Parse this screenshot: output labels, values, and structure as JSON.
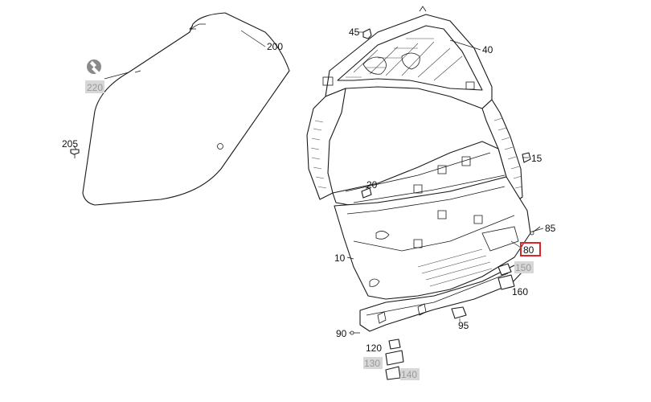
{
  "diagram": {
    "callouts": [
      {
        "id": "200",
        "label": "200",
        "style": "normal"
      },
      {
        "id": "220",
        "label": "220",
        "style": "gray"
      },
      {
        "id": "205",
        "label": "205",
        "style": "normal"
      },
      {
        "id": "45",
        "label": "45",
        "style": "normal"
      },
      {
        "id": "40",
        "label": "40",
        "style": "normal"
      },
      {
        "id": "15",
        "label": "15",
        "style": "normal"
      },
      {
        "id": "20",
        "label": "20",
        "style": "normal"
      },
      {
        "id": "85",
        "label": "85",
        "style": "normal"
      },
      {
        "id": "80",
        "label": "80",
        "style": "highlighted"
      },
      {
        "id": "150",
        "label": "150",
        "style": "gray"
      },
      {
        "id": "160",
        "label": "160",
        "style": "normal"
      },
      {
        "id": "10",
        "label": "10",
        "style": "normal"
      },
      {
        "id": "95",
        "label": "95",
        "style": "normal"
      },
      {
        "id": "90",
        "label": "90",
        "style": "normal"
      },
      {
        "id": "120",
        "label": "120",
        "style": "normal"
      },
      {
        "id": "130",
        "label": "130",
        "style": "gray"
      },
      {
        "id": "140",
        "label": "140",
        "style": "gray"
      }
    ],
    "colors": {
      "highlight": "#d9262b",
      "gray_badge": "#d7d7d7",
      "gray_text": "#9a9a9a"
    },
    "icons": {
      "tool": "wrench-icon"
    }
  }
}
